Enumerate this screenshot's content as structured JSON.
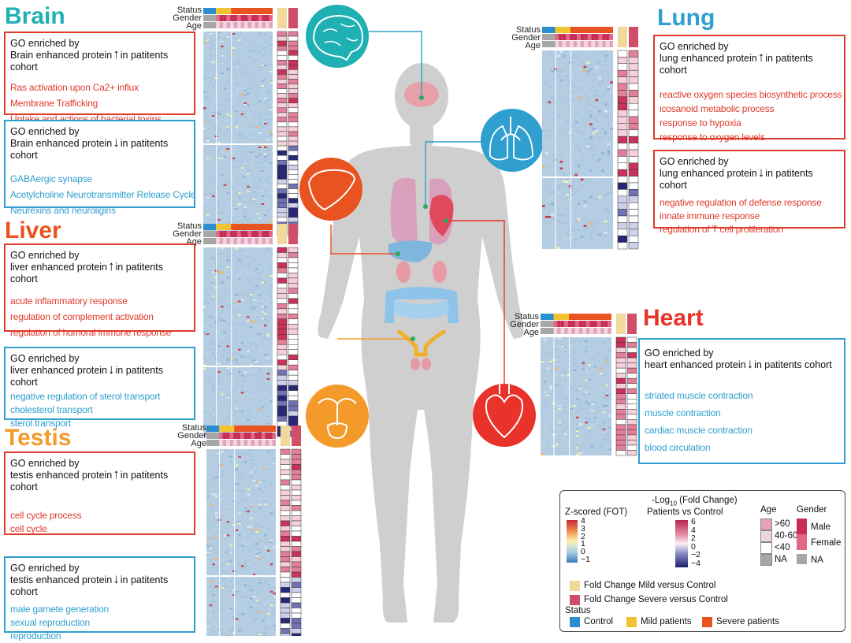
{
  "annotation_labels": {
    "status": "Status",
    "gender": "Gender",
    "age": "Age"
  },
  "go_header": {
    "line1": "GO enriched by",
    "suffix": "in patitents cohort"
  },
  "arrows": {
    "up": "↑",
    "down": "↓"
  },
  "organs": {
    "brain": {
      "title": "Brain",
      "color": "#1fb0b4",
      "up": {
        "protein": "Brain enhanced protein",
        "terms": [
          "Ras activation upon Ca2+ influx",
          "Membrane Trafficking",
          "Uptake and actions of bacterial toxins"
        ]
      },
      "down": {
        "protein": "Brain enhanced protein",
        "terms": [
          "GABAergic synapse",
          "Acetylcholine Neurotransmitter Release Cycle",
          "Neurexins and neuroligins"
        ]
      }
    },
    "liver": {
      "title": "Liver",
      "color": "#e8531f",
      "up": {
        "protein": "liver enhanced protein",
        "terms": [
          "acute inflammatory response",
          "regulation of complement activation",
          "regulation of humoral immune response"
        ]
      },
      "down": {
        "protein": "liver enhanced protein",
        "terms": [
          "negative regulation of sterol transport",
          "cholesterol transport",
          "sterol transport"
        ]
      }
    },
    "testis": {
      "title": "Testis",
      "color": "#f39a2a",
      "up": {
        "protein": "testis enhanced protein",
        "terms": [
          "cell cycle process",
          "cell cycle"
        ]
      },
      "down": {
        "protein": "testis enhanced protein",
        "terms": [
          "male gamete generation",
          "sexual reproduction",
          "reproduction"
        ]
      }
    },
    "lung": {
      "title": "Lung",
      "color": "#2f9fd0",
      "up": {
        "protein": "lung enhanced protein",
        "terms": [
          "reactive oxygen species biosynthetic process",
          "icosanoid metabolic process",
          "response to hypoxia",
          "response to oxygen levels"
        ]
      },
      "down": {
        "protein": "lung enhanced protein",
        "terms": [
          "negative regulation of defense response",
          "innate immune response",
          "regulation of T cell proliferation"
        ]
      }
    },
    "heart": {
      "title": "Heart",
      "color": "#e8322a",
      "down": {
        "protein": "heart enhanced protein",
        "terms": [
          "striated muscle contraction",
          "muscle contraction",
          "cardiac muscle contraction",
          "blood circulation"
        ]
      }
    }
  },
  "legend": {
    "zscore_title": "Z-scored (FOT)",
    "zscore_ticks": [
      "4",
      "3",
      "2",
      "1",
      "0",
      "−1"
    ],
    "fc_title_pre": "-Log",
    "fc_title_sub": "10",
    "fc_title_post": " (Fold Change)",
    "fc_subtitle": "Patients vs Control",
    "fc_ticks": [
      "6",
      "4",
      "2",
      "0",
      "−2",
      "−4"
    ],
    "age_title": "Age",
    "age_items": [
      {
        "label": ">60",
        "color": "#e7a3b6"
      },
      {
        "label": "40-60",
        "color": "#ecd6e4"
      },
      {
        "label": "<40",
        "color": "#ffffff"
      },
      {
        "label": "NA",
        "color": "#a6a6a6"
      }
    ],
    "gender_title": "Gender",
    "gender_items": [
      {
        "label": "Male",
        "color": "#c72d55"
      },
      {
        "label": "Female",
        "color": "#e06785"
      },
      {
        "label": "NA",
        "color": "#a6a6a6"
      }
    ],
    "fc_mild": {
      "label": "Fold Change Mild versus Control",
      "color": "#f0d99a"
    },
    "fc_severe": {
      "label": "Fold Change Severe versus Control",
      "color": "#cf4f6b"
    },
    "status_title": "Status",
    "status_items": [
      {
        "label": "Control",
        "color": "#2a8fcf"
      },
      {
        "label": "Mild patients",
        "color": "#f2c230"
      },
      {
        "label": "Severe patients",
        "color": "#e8531f"
      }
    ]
  }
}
